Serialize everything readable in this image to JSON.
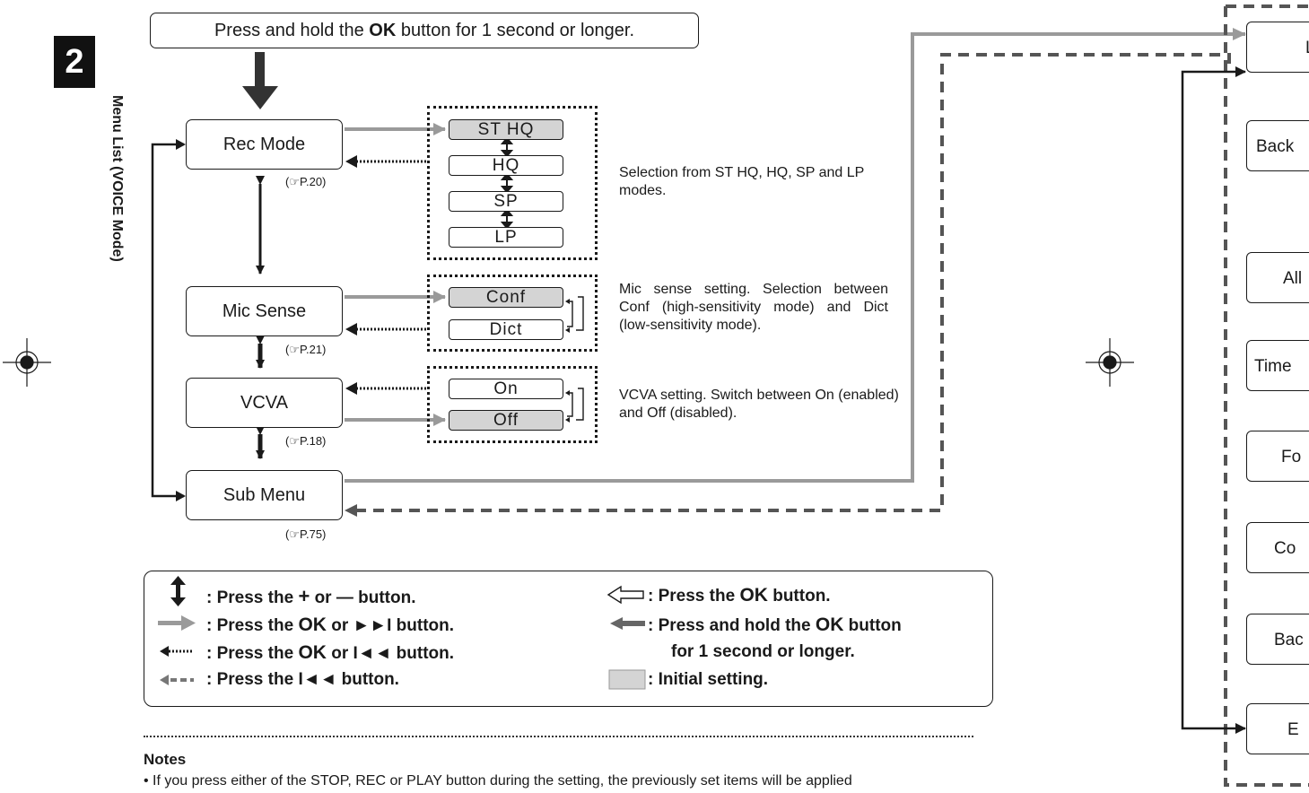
{
  "chapter": {
    "number": "2",
    "title": "Menu List (VOICE Mode)"
  },
  "top_instruction": {
    "pre": "Press and hold the ",
    "bold": "OK",
    "post": " button for 1 second or longer."
  },
  "menu": [
    {
      "label": "Rec Mode",
      "ref": "(☞P.20)"
    },
    {
      "label": "Mic Sense",
      "ref": "(☞P.21)"
    },
    {
      "label": "VCVA",
      "ref": "(☞P.18)"
    },
    {
      "label": "Sub Menu",
      "ref": "(☞P.75)"
    }
  ],
  "rec_mode": {
    "options": [
      "ST HQ",
      "HQ",
      "SP",
      "LP"
    ],
    "initial": "ST HQ",
    "description": "Selection from ST HQ, HQ, SP and LP modes."
  },
  "mic_sense": {
    "options": [
      "Conf",
      "Dict"
    ],
    "initial": "Conf",
    "description": "Mic sense setting. Selection between Conf (high-sensitivity mode) and Dict (low-sensitivity mode)."
  },
  "vcva": {
    "options": [
      "On",
      "Off"
    ],
    "initial": "Off",
    "description": "VCVA setting. Switch between On (enabled) and Off (disabled)."
  },
  "legend": {
    "plus_minus": {
      "pre": ": Press the ",
      "plus": "+",
      "mid": " or ",
      "minus": "—",
      "post": " button."
    },
    "ok_ff": {
      "pre": ": Press the ",
      "bold": "OK",
      "mid": " or ",
      "sym": "►►I",
      "post": " button."
    },
    "ok_rew": {
      "pre": ": Press the ",
      "bold": "OK",
      "mid": " or ",
      "sym": "I◄◄",
      "post": " button."
    },
    "rew": {
      "pre": ": Press the ",
      "sym": "I◄◄",
      "post": " button."
    },
    "ok": {
      "pre": ": Press the ",
      "bold": "OK",
      "post": " button."
    },
    "hold_ok": {
      "pre": ": Press and hold the ",
      "bold": "OK",
      "post": " button",
      "line2": "for 1 second or longer."
    },
    "initial": ": Initial setting."
  },
  "submenu_items": [
    "L",
    "Back",
    "All",
    "Time",
    "Fo",
    "Co",
    "Bac",
    "E"
  ],
  "notes": {
    "title": "Notes",
    "text": "• If you press either of the STOP, REC or PLAY button during the setting, the previously set items will be applied"
  },
  "colors": {
    "ok_arrow": "#9a9a9a",
    "initial_fill": "#d4d4d4",
    "ink": "#1a1a1a"
  }
}
